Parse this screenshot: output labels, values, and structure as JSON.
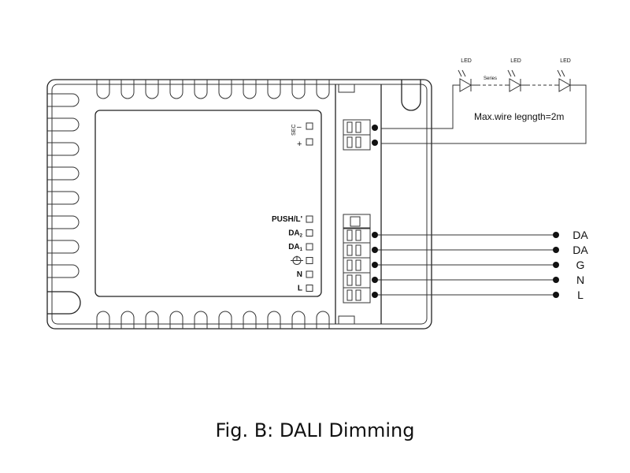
{
  "diagram": {
    "caption": "Fig. B: DALI Dimming",
    "led_label": "LED",
    "series_label": "Series",
    "max_wire_label": "Max.wire legngth=2m",
    "sec_label": "SEC",
    "sec_minus": "–",
    "sec_plus": "+",
    "input_terminals": [
      {
        "label": "PUSH/L'",
        "sub": ""
      },
      {
        "label": "DA",
        "sub": "2"
      },
      {
        "label": "DA",
        "sub": "1"
      },
      {
        "label": "",
        "sub": "",
        "icon": "ground-icon"
      },
      {
        "label": "N",
        "sub": ""
      },
      {
        "label": "L",
        "sub": ""
      }
    ],
    "output_connections": [
      "DA",
      "DA",
      "G",
      "N",
      "L"
    ],
    "colors": {
      "line": "#222222",
      "text": "#111111"
    }
  }
}
